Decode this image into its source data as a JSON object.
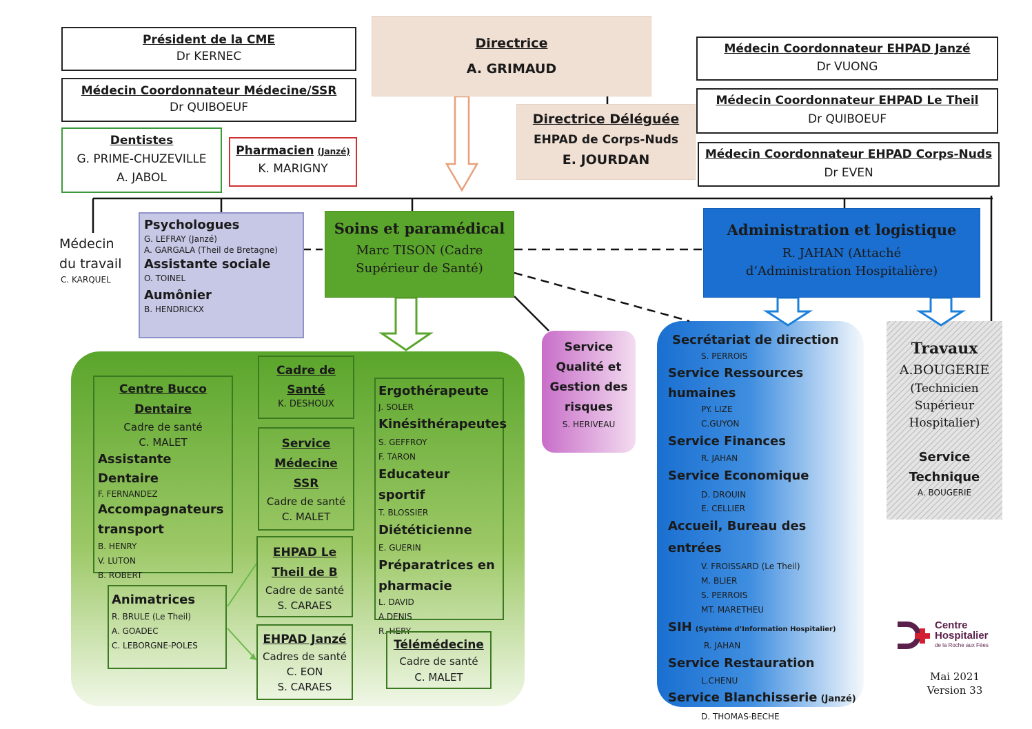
{
  "top": {
    "cme": {
      "role": "Président de la CME",
      "name": "Dr KERNEC"
    },
    "coord_med": {
      "role": "Médecin Coordonnateur  Médecine/SSR",
      "name": "Dr QUIBOEUF"
    },
    "dentistes": {
      "role": "Dentistes",
      "names": [
        "G. PRIME-CHUZEVILLE",
        "A. JABOL"
      ]
    },
    "pharmacien": {
      "role": "Pharmacien",
      "place": "(Janzé)",
      "name": "K.  MARIGNY"
    },
    "directrice": {
      "role": "Directrice",
      "name": "A. GRIMAUD"
    },
    "deleguee": {
      "role": "Directrice Déléguée",
      "line2": "EHPAD de Corps-Nuds",
      "name": "E. JOURDAN"
    },
    "coord_janze": {
      "role": "Médecin Coordonnateur EHPAD Janzé",
      "name": "Dr VUONG"
    },
    "coord_theil": {
      "role": "Médecin Coordonnateur EHPAD Le Theil",
      "name": "Dr QUIBOEUF"
    },
    "coord_corps": {
      "role": "Médecin Coordonnateur EHPAD Corps-Nuds",
      "name": "Dr EVEN"
    }
  },
  "medecin_travail": {
    "line1": "Médecin",
    "line2": "du travail",
    "name": "C. KARQUEL"
  },
  "psy": {
    "h1": "Psychologues",
    "n1": [
      "G. LEFRAY (Janzé)",
      "A. GARGALA (Theil de Bretagne)"
    ],
    "h2": "Assistante sociale",
    "n2": [
      "O. TOINEL"
    ],
    "h3": "Aumônier",
    "n3": [
      "B. HENDRICKX"
    ]
  },
  "soins": {
    "title": "Soins et paramédical",
    "line1": "Marc TISON  (Cadre",
    "line2": "Supérieur de Santé)"
  },
  "admin": {
    "title": "Administration et logistique",
    "line1": "R. JAHAN (Attaché",
    "line2": "d’Administration Hospitalière)"
  },
  "qualite": {
    "lines": [
      "Service",
      "Qualité et",
      "Gestion des",
      "risques"
    ],
    "name": "S. HERIVEAU"
  },
  "bucco": {
    "title1": "Centre Bucco",
    "title2": "Dentaire",
    "sub": "Cadre de santé",
    "subname": "C. MALET",
    "h1": "Assistante Dentaire",
    "n1": [
      "F. FERNANDEZ"
    ],
    "h2a": "Accompagnateurs",
    "h2b": "transport",
    "n2": [
      "B. HENRY",
      "V. LUTON",
      "B. ROBERT"
    ]
  },
  "cadre": {
    "t1": "Cadre de",
    "t2": "Santé",
    "name": "K. DESHOUX"
  },
  "ssr": {
    "t1": "Service",
    "t2": "Médecine",
    "t3": "SSR",
    "sub": "Cadre de santé",
    "name": "C. MALET"
  },
  "theil": {
    "t1": "EHPAD Le",
    "t2": "Theil de B",
    "sub": "Cadre de santé",
    "name": "S. CARAES"
  },
  "janze": {
    "t1": "EHPAD Janzé",
    "sub": "Cadres de santé",
    "n1": "C. EON",
    "n2": "S. CARAES"
  },
  "anim": {
    "h": "Animatrices",
    "names": [
      "R. BRULE  (Le Theil)",
      "A. GOADEC",
      "C. LEBORGNE-POLES"
    ]
  },
  "ergo": {
    "h1": "Ergothérapeute",
    "n1": [
      "J. SOLER"
    ],
    "h2": "Kinésithérapeutes",
    "n2": [
      "S. GEFFROY",
      "F. TARON"
    ],
    "h3": "Educateur sportif",
    "n3": [
      "T. BLOSSIER"
    ],
    "h4": "Diététicienne",
    "n4": [
      "E. GUERIN"
    ],
    "h5a": "Préparatrices  en",
    "h5b": "pharmacie",
    "n5": [
      "L. DAVID",
      "A.DENIS",
      "R. HERY"
    ]
  },
  "tele": {
    "t1": "Télémédecine",
    "sub": "Cadre de santé",
    "name": "C. MALET"
  },
  "services": {
    "s1": "Secrétariat de direction",
    "n1": [
      "S. PERROIS"
    ],
    "s2a": "Service Ressources",
    "s2b": "humaines",
    "n2": [
      "PY. LIZE",
      "C.GUYON"
    ],
    "s3": "Service Finances",
    "n3": [
      "R. JAHAN"
    ],
    "s4": "Service Economique",
    "n4": [
      "D. DROUIN",
      "E. CELLIER"
    ],
    "s5": "Accueil, Bureau des entrées",
    "n5": [
      "V. FROISSARD (Le  Theil)",
      "M. BLIER",
      "S. PERROIS",
      "MT. MARETHEU"
    ],
    "s6": "SIH",
    "s6note": "(Système d’Information Hospitalier)",
    "n6": [
      "R. JAHAN"
    ],
    "s7": "Service Restauration",
    "n7": [
      "L.CHENU"
    ],
    "s8": "Service Blanchisserie",
    "s8note": "(Janzé)",
    "n8": [
      "D. THOMAS-BECHE"
    ]
  },
  "travaux": {
    "title": "Travaux",
    "name": "A.BOUGERIE",
    "d1": "(Technicien",
    "d2": "Supérieur",
    "d3": "Hospitalier)",
    "s1": "Service",
    "s2": "Technique",
    "sname": "A. BOUGERIE"
  },
  "logo": {
    "l1": "Centre",
    "l2": "Hospitalier",
    "l3": "de la Roche aux Fées"
  },
  "footer": {
    "date": "Mai 2021",
    "version": "Version 33"
  }
}
